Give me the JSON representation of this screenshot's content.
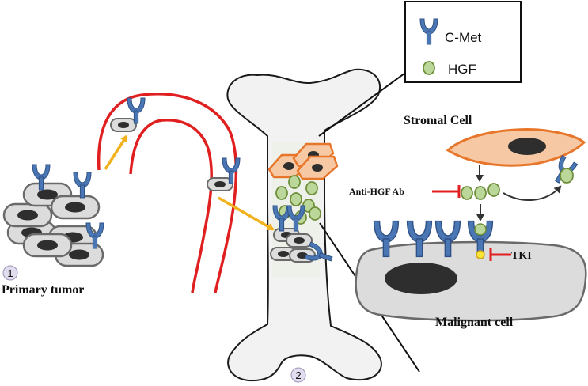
{
  "legend": {
    "cmet_label": "C-Met",
    "hgf_label": "HGF",
    "cmet_icon": "c-met-receptor-icon",
    "hgf_icon": "hgf-ligand-icon"
  },
  "labels": {
    "step1_number": "1",
    "primary_tumor": "Primary tumor",
    "step2_number": "2",
    "stromal_cell": "Stromal Cell",
    "malignant_cell": "Malignant cell",
    "anti_hgf_ab": "Anti-HGF Ab",
    "tki": "TKI"
  },
  "colors": {
    "receptor": "#4a76b4",
    "hgf_fill": "#bcd79a",
    "hgf_stroke": "#6f8f3a",
    "stromal_fill": "#f6c9a4",
    "stromal_stroke": "#e8762a",
    "vessel": "#e02020",
    "migration_arrow": "#f2b21d",
    "inhibitor": "#e02020",
    "bone_fill": "#f2f2f2",
    "cell_fill": "#dcdcdc",
    "nucleus": "#2e2e2e",
    "step_badge": "#e2dcef"
  }
}
